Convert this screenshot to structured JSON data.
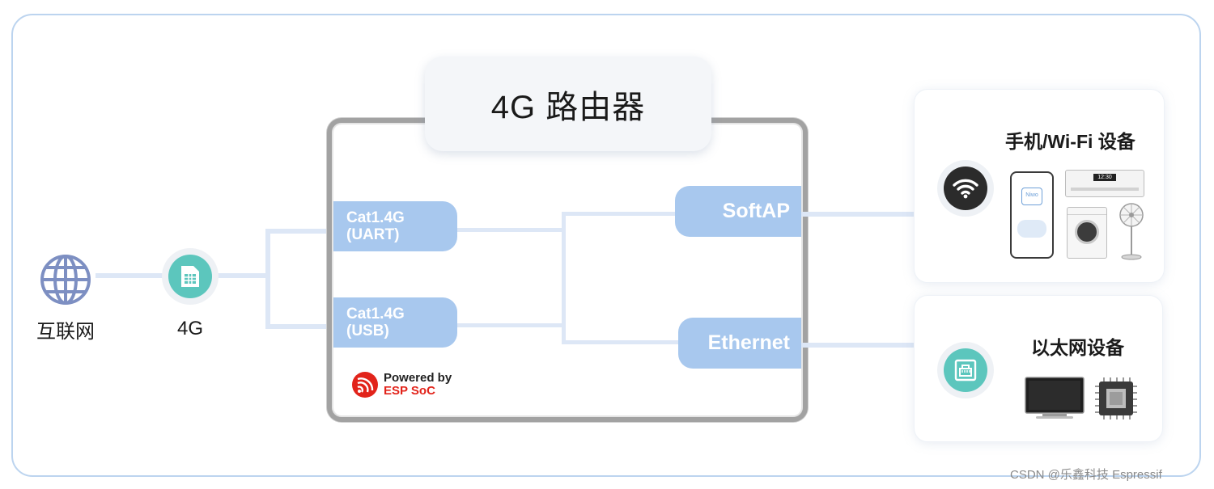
{
  "title": "4G 路由器",
  "internet": {
    "label": "互联网"
  },
  "sim": {
    "label": "4G"
  },
  "router": {
    "cat_uart": {
      "line1": "Cat1.4G",
      "line2": "(UART)"
    },
    "cat_usb": {
      "line1": "Cat1.4G",
      "line2": "(USB)"
    },
    "softap": "SoftAP",
    "ethernet": "Ethernet",
    "powered_line1": "Powered by",
    "powered_line2": "ESP SoC"
  },
  "wifi_panel": {
    "title": "手机/Wi-Fi 设备",
    "phone_brand": "Niwo"
  },
  "eth_panel": {
    "title": "以太网设备"
  },
  "ac_display": "12:30",
  "watermark": "CSDN @乐鑫科技 Espressif",
  "colors": {
    "frame": "#bcd4ef",
    "pill": "#a8c8ee",
    "connector": "#dde7f6",
    "teal": "#5cc6bd",
    "espressif_red": "#e2231a"
  },
  "icons": [
    "globe-icon",
    "sim-card-icon",
    "wifi-icon",
    "ethernet-port-icon",
    "espressif-logo-icon"
  ]
}
